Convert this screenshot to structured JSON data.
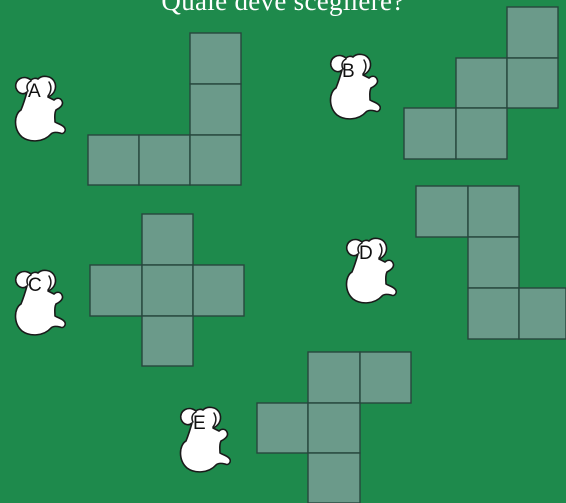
{
  "question": "Quale deve scegliere?",
  "colors": {
    "background": "#1e8a4c",
    "cell_fill": "#6b9a8a",
    "cell_stroke": "#27473d",
    "koala": "#ffffff",
    "text": "#ffffff"
  },
  "options": [
    {
      "label": "A",
      "icon": "koala-icon"
    },
    {
      "label": "B",
      "icon": "koala-icon"
    },
    {
      "label": "C",
      "icon": "koala-icon"
    },
    {
      "label": "D",
      "icon": "koala-icon"
    },
    {
      "label": "E",
      "icon": "koala-icon"
    }
  ]
}
